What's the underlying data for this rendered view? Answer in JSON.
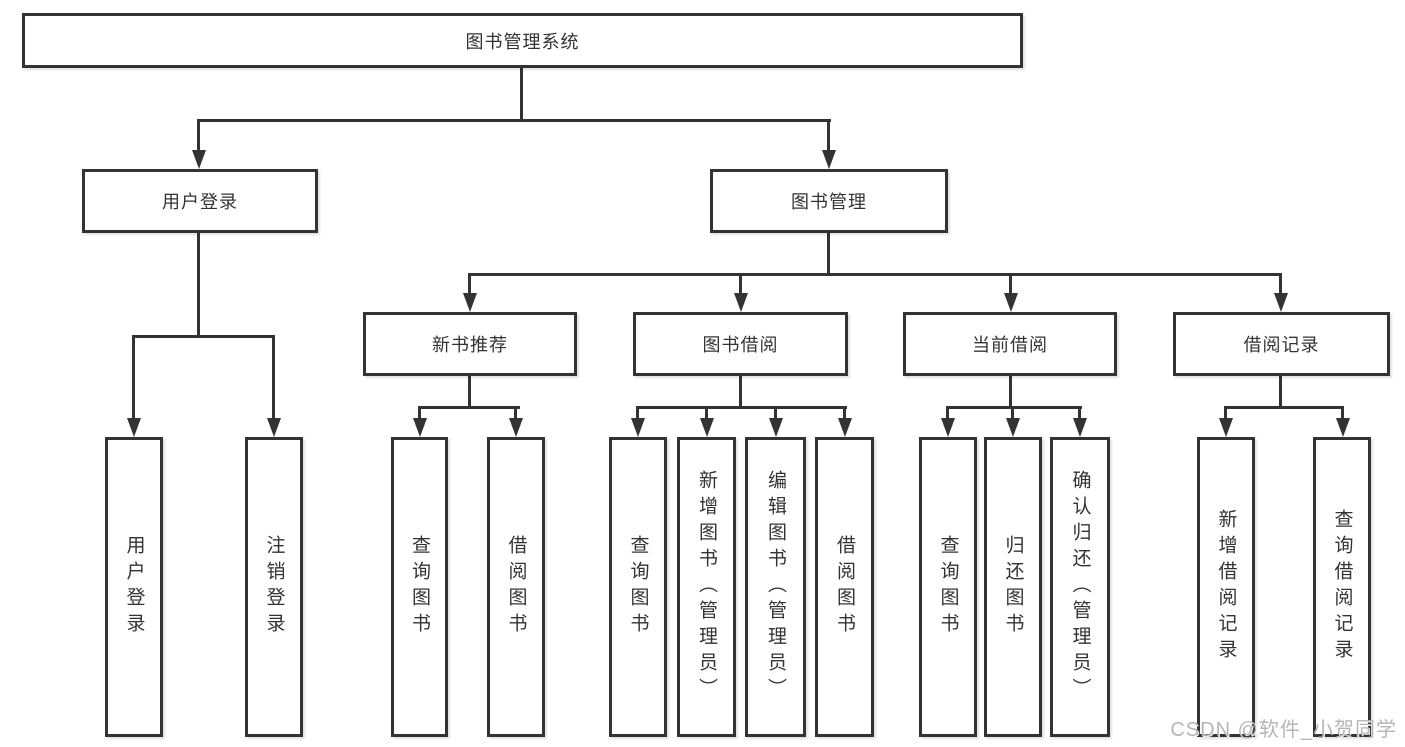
{
  "tree": {
    "label": "图书管理系统",
    "children": [
      {
        "label": "用户登录",
        "children": [
          {
            "label": "用户登录"
          },
          {
            "label": "注销登录"
          }
        ]
      },
      {
        "label": "图书管理",
        "children": [
          {
            "label": "新书推荐",
            "children": [
              {
                "label": "查询图书"
              },
              {
                "label": "借阅图书"
              }
            ]
          },
          {
            "label": "图书借阅",
            "children": [
              {
                "label": "查询图书"
              },
              {
                "label": "新增图书（管理员）"
              },
              {
                "label": "编辑图书（管理员）"
              },
              {
                "label": "借阅图书"
              }
            ]
          },
          {
            "label": "当前借阅",
            "children": [
              {
                "label": "查询图书"
              },
              {
                "label": "归还图书"
              },
              {
                "label": "确认归还（管理员）"
              }
            ]
          },
          {
            "label": "借阅记录",
            "children": [
              {
                "label": "新增借阅记录"
              },
              {
                "label": "查询借阅记录"
              }
            ]
          }
        ]
      }
    ]
  },
  "colors": {
    "line": "#333333",
    "text": "#333333",
    "box_background": "#ffffff",
    "watermark": "#b5b5b5"
  },
  "watermark": {
    "text": "CSDN @软件_小贺同学"
  }
}
